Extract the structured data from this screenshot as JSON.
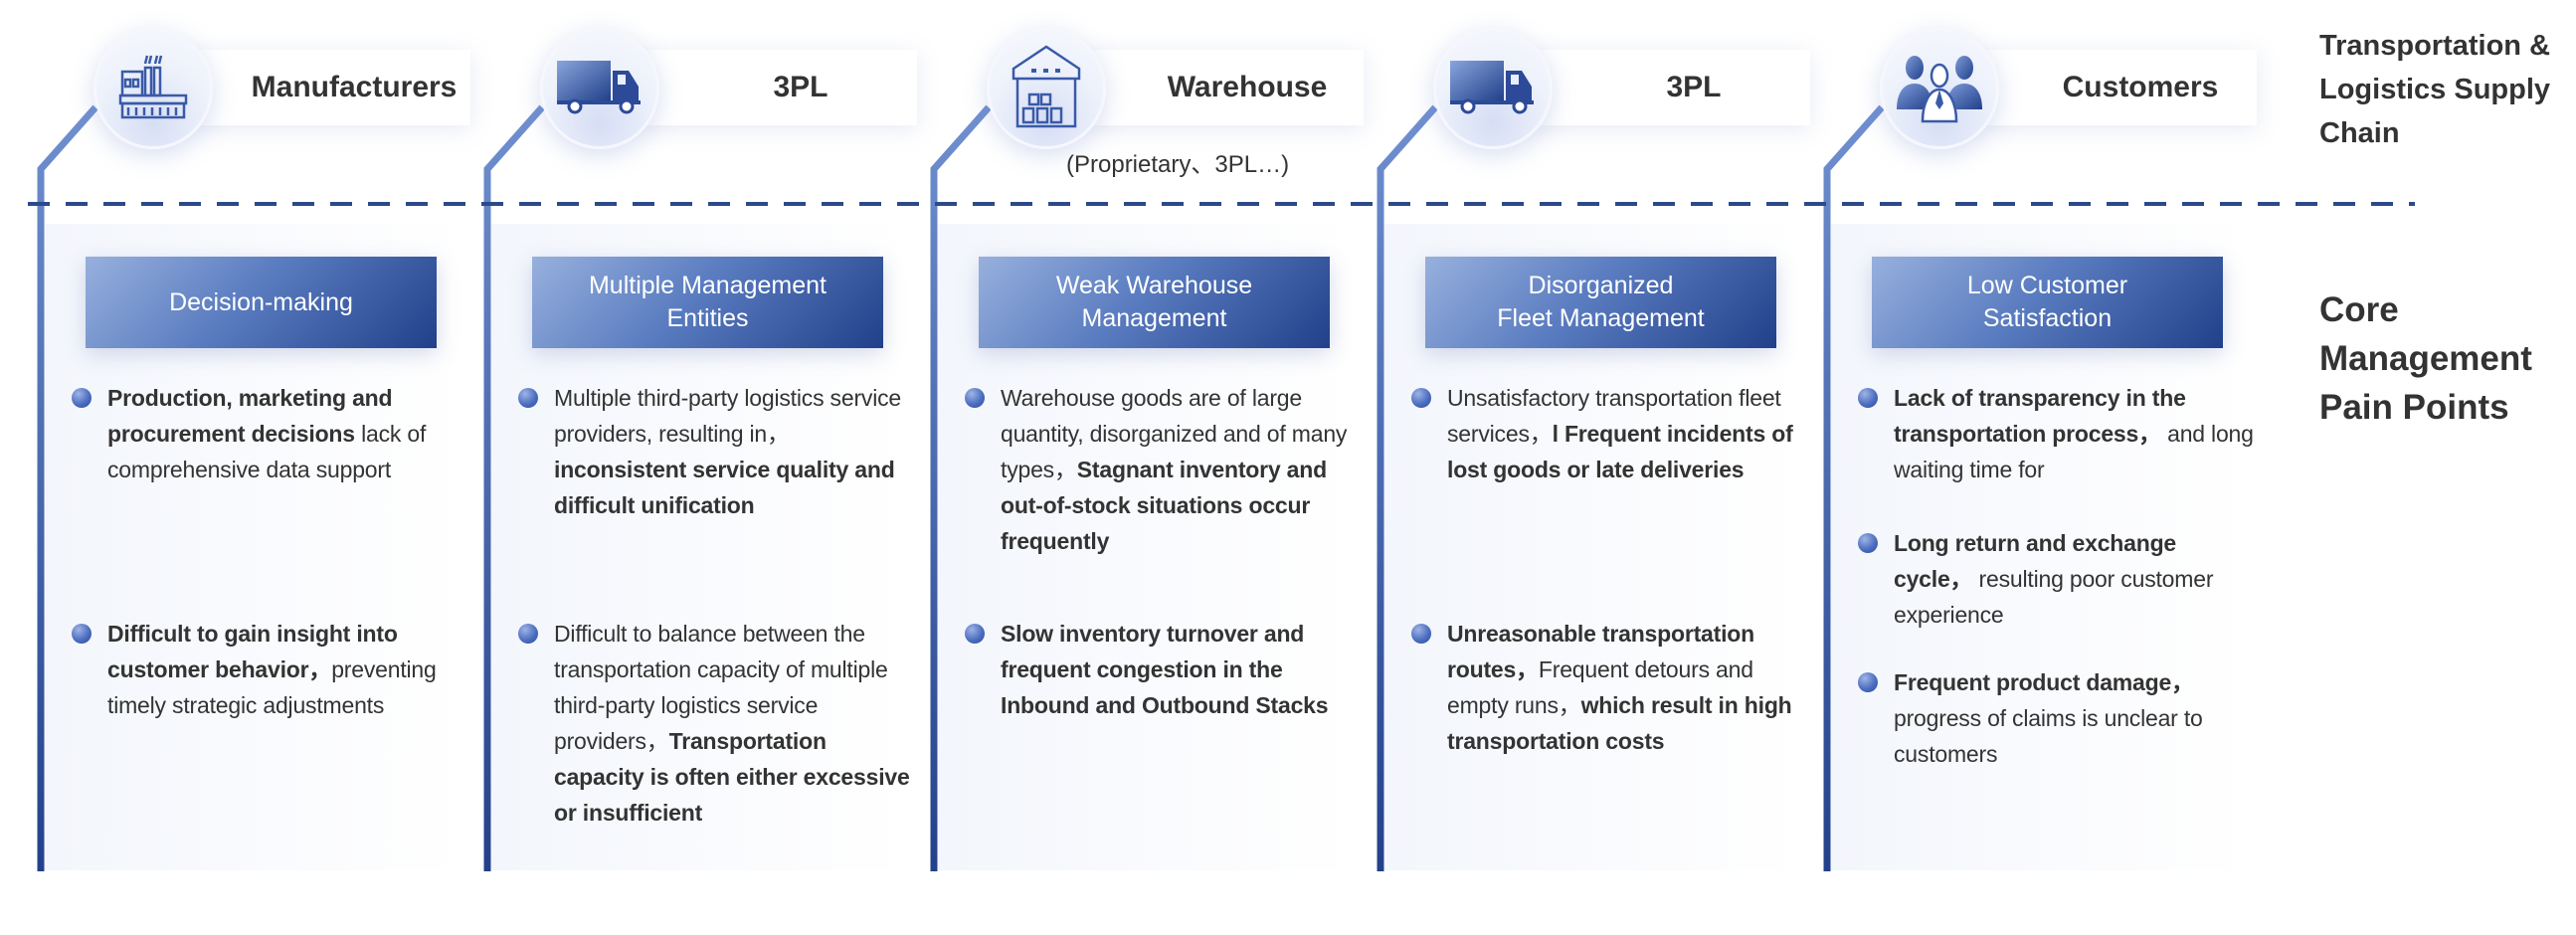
{
  "colors": {
    "accent_dark": "#21408a",
    "accent_light": "#97b0dd",
    "text": "#333333",
    "dash": "#2c4a8a"
  },
  "side_labels": {
    "supply_chain": "Transportation & Logistics Supply Chain",
    "pain_points": "Core Management Pain Points"
  },
  "columns": [
    {
      "stage": "Manufacturers",
      "icon": "factory-icon",
      "pain_title": "Decision-making",
      "bullets": [
        [
          {
            "t": "Production, marketing and procurement decisions",
            "b": true
          },
          {
            "t": " lack of comprehensive data support",
            "b": false
          }
        ],
        [
          {
            "t": "Difficult to gain insight into customer behavior，",
            "b": true
          },
          {
            "t": "preventing timely strategic adjustments",
            "b": false
          }
        ]
      ]
    },
    {
      "stage": "3PL",
      "icon": "truck-icon",
      "pain_title": "Multiple Management\nEntities",
      "bullets": [
        [
          {
            "t": "Multiple third-party logistics service providers, resulting in，",
            "b": false
          },
          {
            "t": "inconsistent service quality and difficult unification",
            "b": true
          }
        ],
        [
          {
            "t": "Difficult to balance between the transportation capacity of multiple third-party logistics service providers，",
            "b": false
          },
          {
            "t": "Transportation capacity is often either excessive or insufficient",
            "b": true
          }
        ]
      ]
    },
    {
      "stage": "Warehouse",
      "icon": "warehouse-icon",
      "subtitle": "(Proprietary、3PL…)",
      "pain_title": "Weak Warehouse\nManagement",
      "bullets": [
        [
          {
            "t": "Warehouse goods are of large quantity, disorganized and of many types，",
            "b": false
          },
          {
            "t": "Stagnant inventory and out-of-stock situations occur frequently",
            "b": true
          }
        ],
        [
          {
            "t": "Slow inventory turnover and frequent congestion in the Inbound and Outbound Stacks",
            "b": true
          }
        ]
      ]
    },
    {
      "stage": "3PL",
      "icon": "truck-icon",
      "pain_title": "Disorganized\nFleet Management",
      "bullets": [
        [
          {
            "t": "Unsatisfactory transportation fleet services，",
            "b": false
          },
          {
            "t": "l Frequent incidents of lost goods or late deliveries",
            "b": true
          }
        ],
        [
          {
            "t": "Unreasonable transportation routes，",
            "b": true
          },
          {
            "t": "Frequent detours and empty runs，",
            "b": false
          },
          {
            "t": "which result in high transportation costs",
            "b": true
          }
        ]
      ]
    },
    {
      "stage": "Customers",
      "icon": "customers-icon",
      "pain_title": "Low Customer\nSatisfaction",
      "bullets": [
        [
          {
            "t": "Lack of transparency in the transportation process，",
            "b": true
          },
          {
            "t": " and long waiting time for",
            "b": false
          }
        ],
        [
          {
            "t": "Long return and exchange cycle，",
            "b": true
          },
          {
            "t": " resulting poor customer experience",
            "b": false
          }
        ],
        [
          {
            "t": "Frequent product damage，",
            "b": true
          },
          {
            "t": "progress of claims is unclear to customers",
            "b": false
          }
        ]
      ]
    }
  ]
}
